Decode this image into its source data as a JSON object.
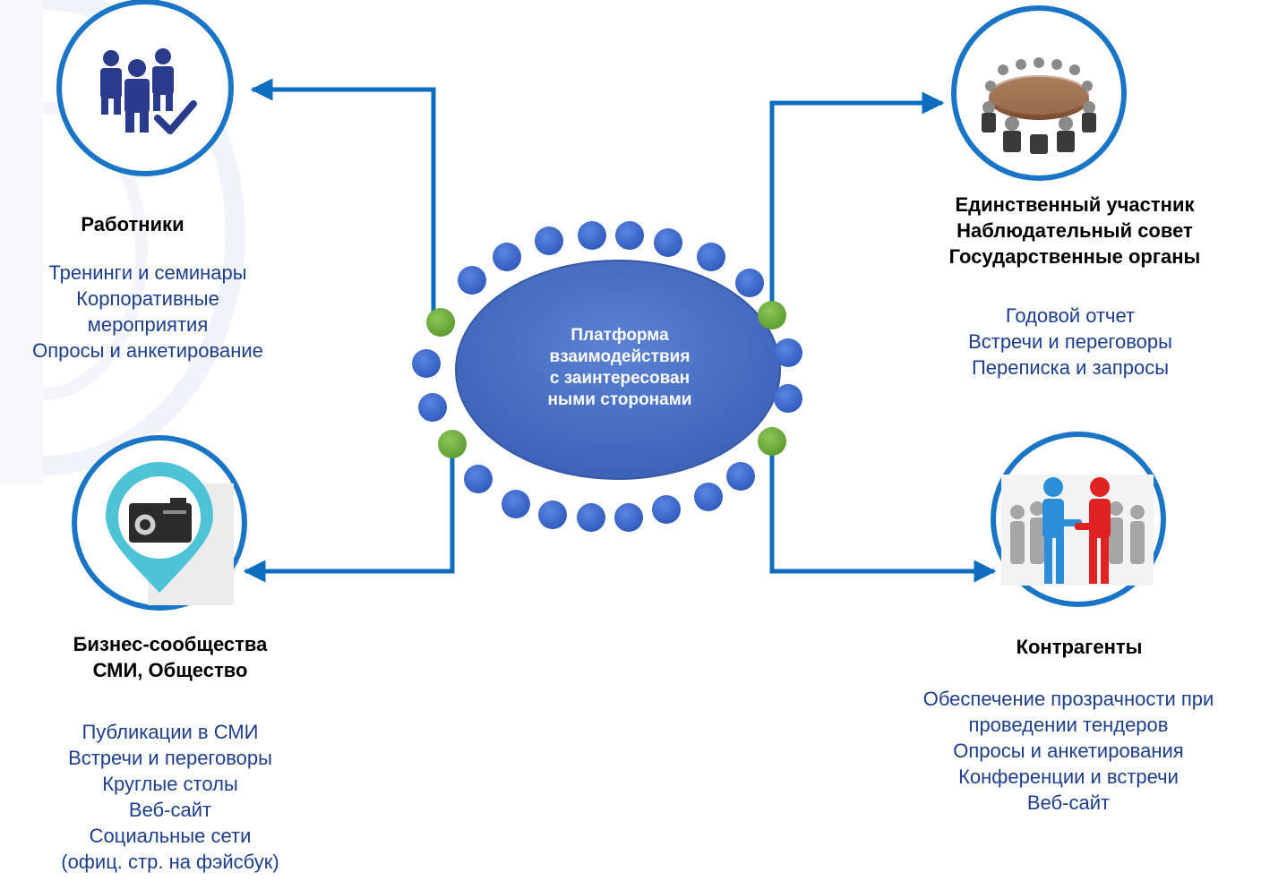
{
  "colors": {
    "connector": "#0f6dc0",
    "ring": "#1a75c7",
    "dot_blue": "#3d68cc",
    "dot_green": "#6aaa3c",
    "center_fill": "#4d73c4",
    "icon_navy": "#2a3a8c",
    "pin_teal": "#4fc3d6",
    "label_blue": "#1c3e8c"
  },
  "center": {
    "label_lines": [
      "Платформа",
      "взаимодействия",
      "с заинтересован",
      "ными сторонами"
    ]
  },
  "nodes": {
    "employees": {
      "icon": "people-check-icon",
      "title_lines": [
        "Работники"
      ],
      "items": [
        "Тренинги и семинары",
        "Корпоративные",
        "мероприятия",
        "Опросы и анкетирование"
      ]
    },
    "governance": {
      "icon": "round-table-meeting-icon",
      "title_lines": [
        "Единственный участник",
        "Наблюдательный совет",
        "Государственные органы"
      ],
      "items": [
        "Годовой отчет",
        "Встречи и переговоры",
        "Переписка и запросы"
      ]
    },
    "business": {
      "icon": "camera-pin-icon",
      "title_lines": [
        "Бизнес-сообщества",
        "СМИ, Общество"
      ],
      "items": [
        "Публикации в СМИ",
        "Встречи и переговоры",
        "Круглые столы",
        "Веб-сайт",
        "Социальные сети",
        "(офиц. стр. на фэйсбук)"
      ]
    },
    "counterparties": {
      "icon": "handshake-icon",
      "title_lines": [
        "Контрагенты"
      ],
      "items": [
        "Обеспечение прозрачности при",
        "проведении тендеров",
        "Опросы и анкетирования",
        "Конференции и встречи",
        "Веб-сайт"
      ]
    }
  }
}
